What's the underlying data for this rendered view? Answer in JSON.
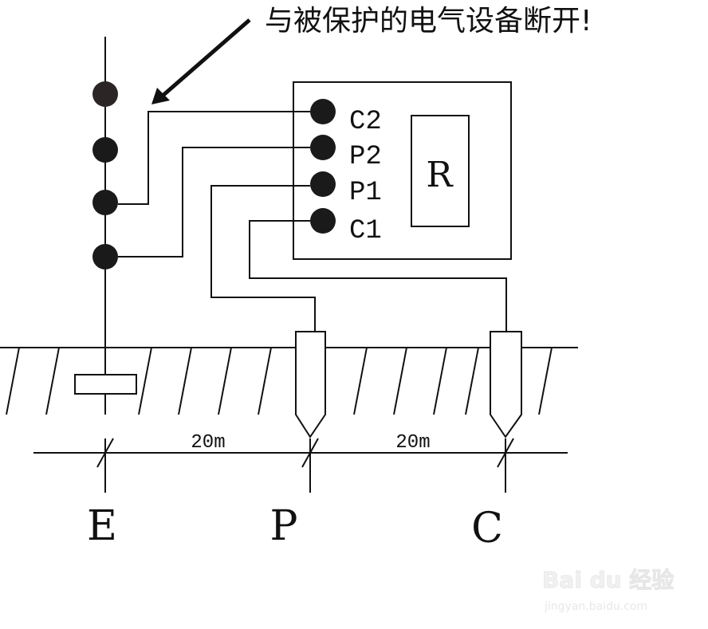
{
  "warning": "与被保护的电气设备断开!",
  "meter": {
    "display": "R",
    "terminals": [
      "C2",
      "P2",
      "P1",
      "C1"
    ]
  },
  "distances": [
    "20m",
    "20m"
  ],
  "electrodes": [
    "E",
    "P",
    "C"
  ],
  "watermark": {
    "brand": "Bai du 经验",
    "url": "jingyan.baidu.com"
  }
}
